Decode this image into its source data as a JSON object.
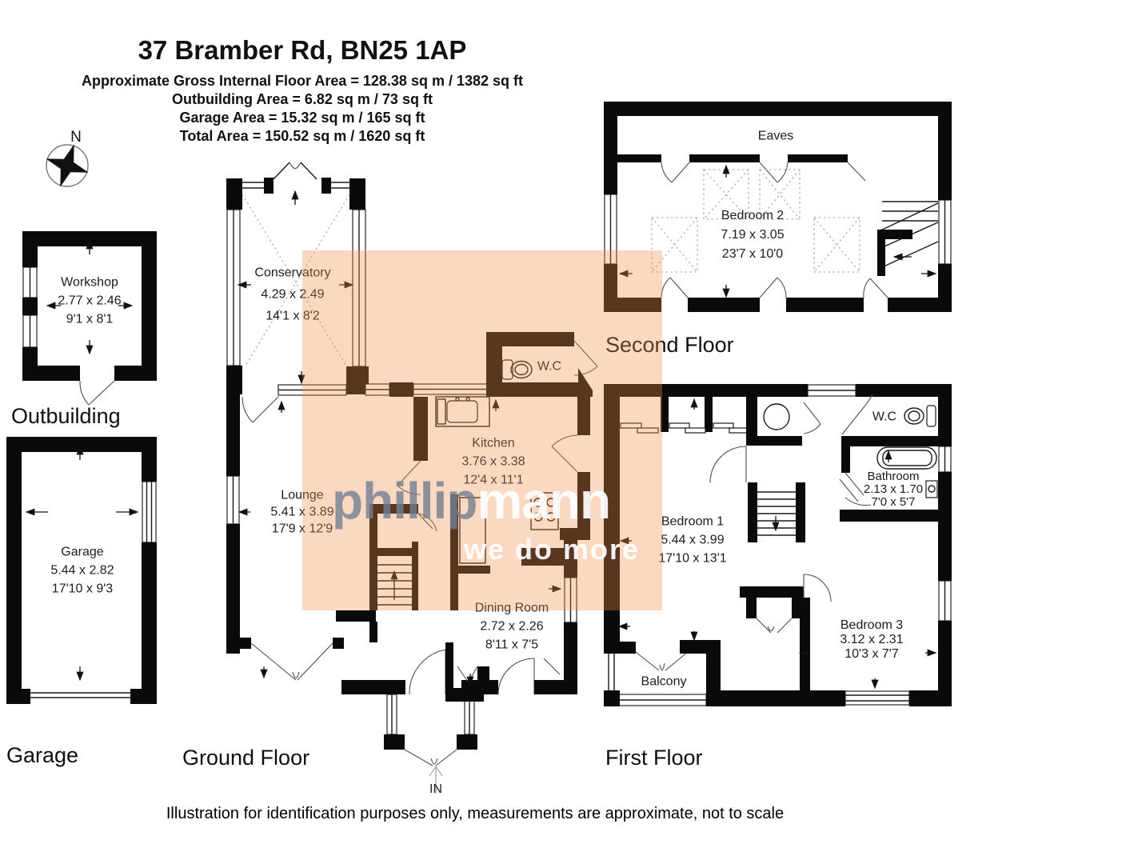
{
  "header": {
    "title": "37 Bramber Rd, BN25 1AP",
    "area_lines": [
      "Approximate Gross Internal Floor Area = 128.38 sq m / 1382 sq ft",
      "Outbuilding Area = 6.82 sq m / 73 sq ft",
      "Garage Area = 15.32 sq m / 165 sq ft",
      "Total Area = 150.52 sq m / 1620 sq ft"
    ]
  },
  "compass": {
    "north_label": "N"
  },
  "rooms": {
    "workshop": {
      "name": "Workshop",
      "metric": "2.77 x 2.46",
      "imperial": "9'1 x 8'1"
    },
    "garage": {
      "name": "Garage",
      "metric": "5.44 x 2.82",
      "imperial": "17'10 x 9'3"
    },
    "conservatory": {
      "name": "Conservatory",
      "metric": "4.29 x 2.49",
      "imperial": "14'1 x 8'2"
    },
    "lounge": {
      "name": "Lounge",
      "metric": "5.41 x 3.89",
      "imperial": "17'9 x 12'9"
    },
    "kitchen": {
      "name": "Kitchen",
      "metric": "3.76 x 3.38",
      "imperial": "12'4 x 11'1"
    },
    "wc_ground": {
      "name": "W.C"
    },
    "dining_room": {
      "name": "Dining Room",
      "metric": "2.72 x 2.26",
      "imperial": "8'11 x 7'5"
    },
    "eaves": {
      "name": "Eaves"
    },
    "bedroom2": {
      "name": "Bedroom 2",
      "metric": "7.19 x 3.05",
      "imperial": "23'7 x 10'0"
    },
    "bedroom1": {
      "name": "Bedroom 1",
      "metric": "5.44 x 3.99",
      "imperial": "17'10 x 13'1"
    },
    "wc_first": {
      "name": "W.C"
    },
    "bathroom": {
      "name": "Bathroom",
      "metric": "2.13 x 1.70",
      "imperial": "7'0 x 5'7"
    },
    "bedroom3": {
      "name": "Bedroom 3",
      "metric": "3.12 x 2.31",
      "imperial": "10'3 x 7'7"
    },
    "balcony": {
      "name": "Balcony"
    }
  },
  "section_labels": {
    "outbuilding": "Outbuilding",
    "garage": "Garage",
    "ground": "Ground Floor",
    "first": "First Floor",
    "second": "Second Floor"
  },
  "entrance": {
    "label": "IN"
  },
  "watermark": {
    "part1": "phillip",
    "part2": "mann",
    "tagline": "we do more"
  },
  "footer": {
    "disclaimer": "Illustration for identification purposes only, measurements are approximate, not to scale"
  },
  "colors": {
    "overlay": "#F28C4A",
    "wall": "#0A0A0A",
    "watermark_gray": "#718092",
    "watermark_white": "#FFFFFF"
  }
}
